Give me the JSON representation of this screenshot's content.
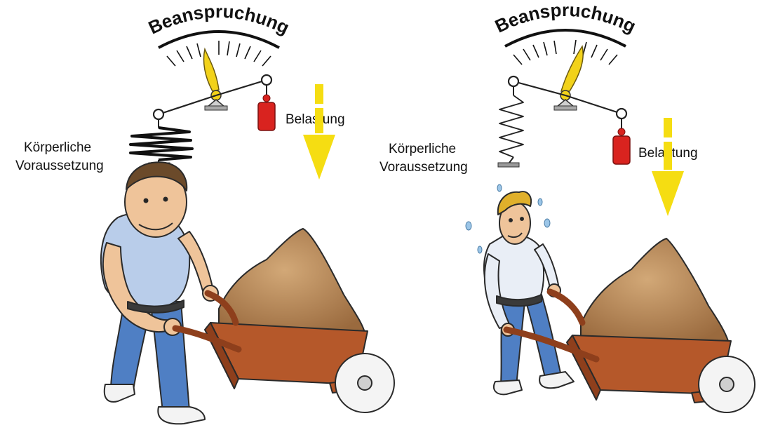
{
  "panels": [
    {
      "gauge_label": "Beanspruchung",
      "spring_label_line1": "Körperliche",
      "spring_label_line2": "Voraussetzung",
      "weight_label": "Belastung"
    },
    {
      "gauge_label": "Beanspruchung",
      "spring_label_line1": "Körperliche",
      "spring_label_line2": "Voraussetzung",
      "weight_label": "Belastung"
    }
  ],
  "colors": {
    "needle": "#f2d21a",
    "weight": "#d9231f",
    "arrow": "#f5dd12",
    "soil": "#b98a58",
    "barrow": "#b5582a",
    "shirt_strong": "#b9cdea",
    "shirt_weak": "#e9eef6",
    "jeans": "#4f7fc4",
    "skin": "#efc49a"
  },
  "icons": {
    "gauge": "gauge-icon",
    "spring": "spring-icon",
    "weight": "weight-icon",
    "arrow": "down-arrow-icon",
    "wheelbarrow": "wheelbarrow-icon"
  }
}
